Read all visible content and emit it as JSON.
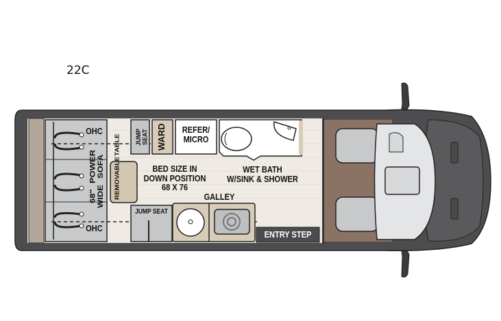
{
  "model_label": "22C",
  "floorplan": {
    "labels": {
      "ohc_top": "OHC",
      "ohc_bottom": "OHC",
      "sofa_line1": "68\" WIDE",
      "sofa_line2": "POWER SOFA",
      "removable_table_line1": "REMOVABLE",
      "removable_table_line2": "TABLE",
      "jump_seat_top": "JUMP SEAT",
      "ward": "WARD",
      "refer_line1": "REFER/",
      "refer_line2": "MICRO",
      "bed_line1": "BED SIZE IN",
      "bed_line2": "DOWN POSITION",
      "bed_line3": "68 X 76",
      "wet_bath_line1": "WET BATH",
      "wet_bath_line2": "W/SINK & SHOWER",
      "galley": "GALLEY",
      "jump_seat_bottom": "JUMP SEAT",
      "entry_step": "ENTRY STEP"
    },
    "colors": {
      "body_dark": "#4a4a4a",
      "floor_wood": "#efebe4",
      "cab_floor": "#8a7265",
      "tan_panel": "#d8ccb8",
      "gray_panel": "#c6c7c9",
      "entry_step": "#4b4b4d"
    }
  }
}
